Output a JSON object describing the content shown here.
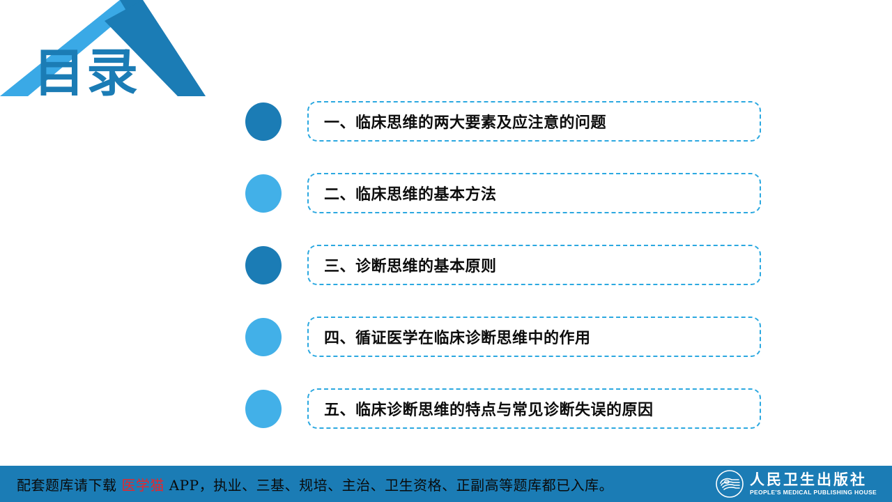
{
  "slide": {
    "heading": "目录",
    "heading_icon": "chevron-logo",
    "colors": {
      "dark_blue": "#1b7cb5",
      "light_blue": "#42b0e8",
      "dash_border": "#2ba8e0",
      "banner_bg": "#1b7cb5",
      "highlight_red": "#e8262b",
      "text_black": "#0d0d0d"
    }
  },
  "agenda": {
    "items": [
      {
        "label": "一、临床思维的两大要素及应注意的问题",
        "bullet_color": "dark"
      },
      {
        "label": "二、临床思维的基本方法",
        "bullet_color": "light"
      },
      {
        "label": "三、诊断思维的基本原则",
        "bullet_color": "dark"
      },
      {
        "label": "四、循证医学在临床诊断思维中的作用",
        "bullet_color": "light"
      },
      {
        "label": "五、临床诊断思维的特点与常见诊断失误的原因",
        "bullet_color": "light"
      }
    ]
  },
  "banner": {
    "text_before": "配套题库请下载 ",
    "text_highlight": "医学猫",
    "text_after": " APP，执业、三基、规培、主治、卫生资格、正副高等题库都已入库。",
    "publisher_cn": "人民卫生出版社",
    "publisher_en": "PEOPLE'S MEDICAL PUBLISHING HOUSE"
  }
}
